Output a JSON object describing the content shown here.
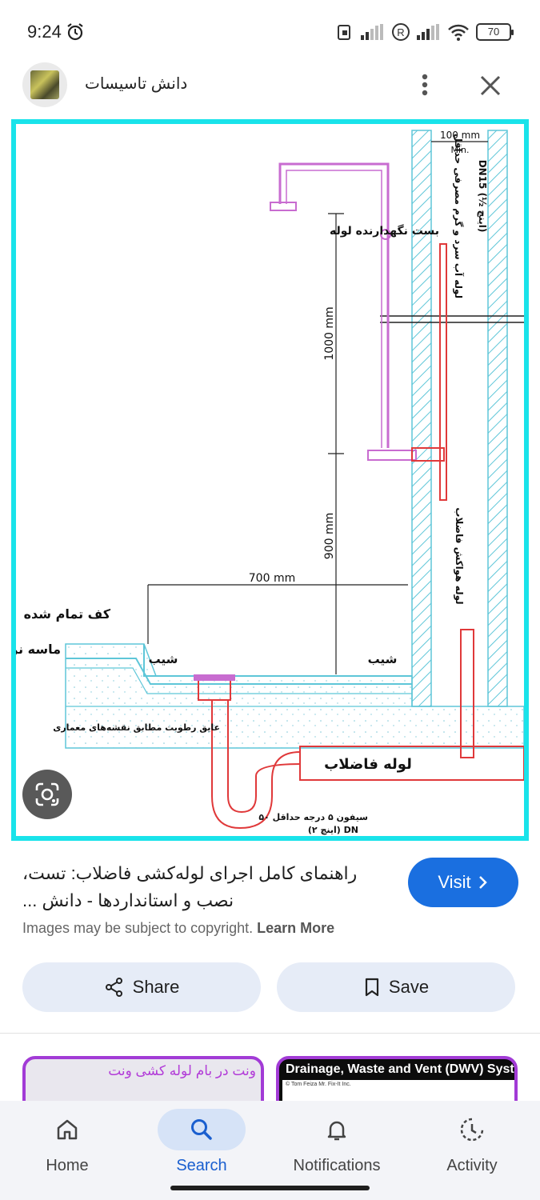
{
  "status_bar": {
    "time": "9:24",
    "battery": "70"
  },
  "header": {
    "site_name": "دانش تاسیسات"
  },
  "diagram": {
    "label_pipe_holder": "بست نگهدارنده لوله",
    "label_width_top": "100 mm",
    "label_min": "Min.",
    "label_cold_hot": "لوله آب سرد و گرم مصرفی حداقل",
    "label_dn": "DN15 (½ اینچ)",
    "label_1000": "1000 mm",
    "label_900": "900 mm",
    "label_700": "700 mm",
    "label_vent": "لوله هواکش فاضلاب",
    "label_finished_floor": "کف تمام شده",
    "label_soft_sand": "ماسه نرم",
    "label_slope_left": "شیب",
    "label_slope_right": "شیب",
    "label_insulation": "عایق رطوبت مطابق نقشه‌های معماری",
    "label_waste_pipe": "لوله فاضلاب",
    "label_siphon_1": "سیفون ۵ درجه حداقل ۵۰",
    "label_siphon_2": "(۲ اینچ) DN"
  },
  "caption": {
    "title": "راهنمای کامل اجرای لوله‌کشی فاضلاب: تست، نصب و استانداردها - دانش ...",
    "visit_label": "Visit",
    "copyright_text": "Images may be subject to copyright.",
    "learn_more": "Learn More"
  },
  "actions": {
    "share_label": "Share",
    "save_label": "Save"
  },
  "related": {
    "item1_text": "ونت در بام لوله کشی ونت",
    "item2_title": "Drainage, Waste and Vent (DWV) System",
    "item2_sub": "© Tom Feiza Mr. Fix-It Inc."
  },
  "bottom_nav": {
    "home": "Home",
    "search": "Search",
    "notifications": "Notifications",
    "activity": "Activity"
  },
  "colors": {
    "frame_border": "#19e3ea",
    "accent": "#1a6fe0",
    "pipe_red": "#e0393a",
    "pipe_pink": "#c86cd0"
  }
}
